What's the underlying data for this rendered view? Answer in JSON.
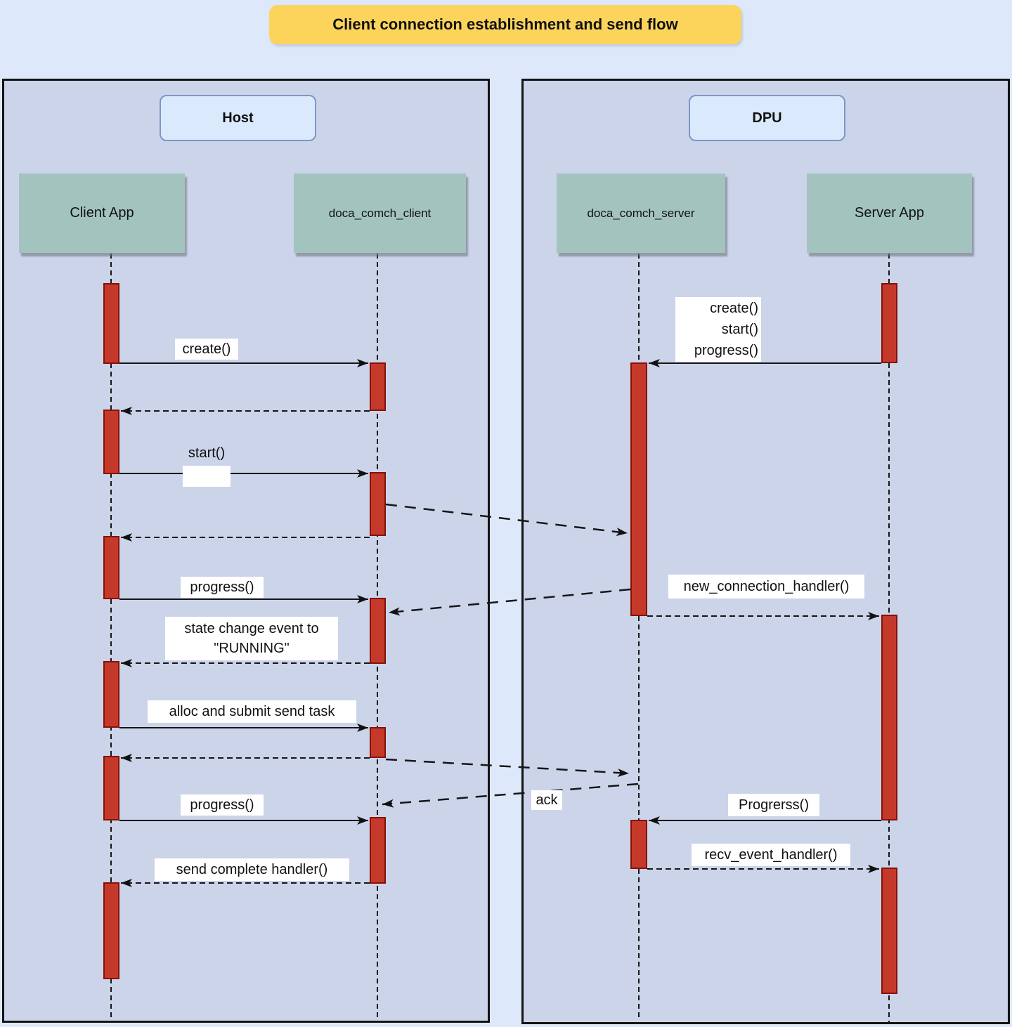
{
  "title": "Client connection establishment and send flow",
  "frames": {
    "host": {
      "label": "Host"
    },
    "dpu": {
      "label": "DPU"
    }
  },
  "participants": {
    "client_app": "Client App",
    "doca_comch_client": "doca_comch_client",
    "doca_comch_server": "doca_comch_server",
    "server_app": "Server App"
  },
  "messages": {
    "create": "create()",
    "start": "start()",
    "progress_1": "progress()",
    "state_change_line1": "state change event to",
    "state_change_line2": "\"RUNNING\"",
    "alloc_submit": "alloc and submit send task",
    "progress_2": "progress()",
    "send_complete": "send complete handler()",
    "server_init_lines": [
      "create()",
      "start()",
      "progress()"
    ],
    "new_connection": "new_connection_handler()",
    "ack": "ack",
    "progrerss": "Progrerss()",
    "recv_event": "recv_event_handler()"
  },
  "colors": {
    "page-bg": "#dde8fb",
    "frame-bg": "#ccd4ea",
    "frame-border": "#141414",
    "title-bg": "#fcd45c",
    "frame-label-bg": "#dbe9fc",
    "frame-label-border": "#7e96c8",
    "participant-bg": "#a3c4be",
    "bar-fill": "#c5392b",
    "bar-border": "#871106",
    "line-color": "#161616",
    "text-color": "#111111"
  }
}
